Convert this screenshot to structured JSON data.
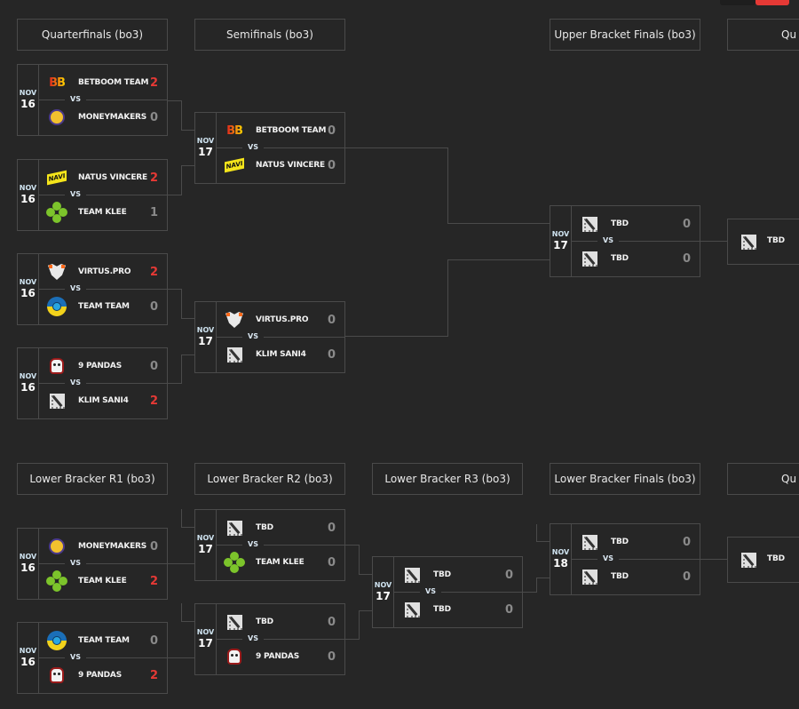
{
  "top_tabs": [
    {
      "color": "#1e1e1e"
    },
    {
      "color": "#e53935"
    }
  ],
  "colors": {
    "background": "#262626",
    "border": "#4a4a4a",
    "win": "#e53935",
    "score": "#8a8a8a"
  },
  "upper": {
    "headers": [
      "Quarterfinals (bo3)",
      "Semifinals (bo3)",
      "Upper Bracket Finals (bo3)",
      "Qu"
    ],
    "quarterfinals": [
      {
        "month": "NOV",
        "day": "16",
        "vs": "VS",
        "teams": [
          {
            "name": "BETBOOM TEAM",
            "score": "2",
            "win": true,
            "logo": "betboom-logo"
          },
          {
            "name": "MONEYMAKERS",
            "score": "0",
            "win": false,
            "logo": "moneymakers-logo"
          }
        ]
      },
      {
        "month": "NOV",
        "day": "16",
        "vs": "VS",
        "teams": [
          {
            "name": "NATUS VINCERE",
            "score": "2",
            "win": true,
            "logo": "navi-logo"
          },
          {
            "name": "TEAM KLEE",
            "score": "1",
            "win": false,
            "logo": "team-klee-logo"
          }
        ]
      },
      {
        "month": "NOV",
        "day": "16",
        "vs": "VS",
        "teams": [
          {
            "name": "VIRTUS.PRO",
            "score": "2",
            "win": true,
            "logo": "virtus-pro-logo"
          },
          {
            "name": "TEAM TEAM",
            "score": "0",
            "win": false,
            "logo": "team-team-logo"
          }
        ]
      },
      {
        "month": "NOV",
        "day": "16",
        "vs": "VS",
        "teams": [
          {
            "name": "9 PANDAS",
            "score": "0",
            "win": false,
            "logo": "9-pandas-logo"
          },
          {
            "name": "KLIM SANI4",
            "score": "2",
            "win": true,
            "logo": "dota-logo"
          }
        ]
      }
    ],
    "semifinals": [
      {
        "month": "NOV",
        "day": "17",
        "vs": "VS",
        "teams": [
          {
            "name": "BETBOOM TEAM",
            "score": "0",
            "win": false,
            "logo": "betboom-logo"
          },
          {
            "name": "NATUS VINCERE",
            "score": "0",
            "win": false,
            "logo": "navi-logo"
          }
        ]
      },
      {
        "month": "NOV",
        "day": "17",
        "vs": "VS",
        "teams": [
          {
            "name": "VIRTUS.PRO",
            "score": "0",
            "win": false,
            "logo": "virtus-pro-logo"
          },
          {
            "name": "KLIM SANI4",
            "score": "0",
            "win": false,
            "logo": "dota-logo"
          }
        ]
      }
    ],
    "finals": [
      {
        "month": "NOV",
        "day": "17",
        "vs": "VS",
        "teams": [
          {
            "name": "TBD",
            "score": "0",
            "win": false,
            "logo": "dota-logo"
          },
          {
            "name": "TBD",
            "score": "0",
            "win": false,
            "logo": "dota-logo"
          }
        ]
      }
    ],
    "next": {
      "name": "TBD",
      "logo": "dota-logo"
    }
  },
  "lower": {
    "headers": [
      "Lower Bracker R1 (bo3)",
      "Lower Bracker R2 (bo3)",
      "Lower Bracker R3 (bo3)",
      "Lower Bracker Finals (bo3)",
      "Qu"
    ],
    "r1": [
      {
        "month": "NOV",
        "day": "16",
        "vs": "VS",
        "teams": [
          {
            "name": "MONEYMAKERS",
            "score": "0",
            "win": false,
            "logo": "moneymakers-logo"
          },
          {
            "name": "TEAM KLEE",
            "score": "2",
            "win": true,
            "logo": "team-klee-logo"
          }
        ]
      },
      {
        "month": "NOV",
        "day": "16",
        "vs": "VS",
        "teams": [
          {
            "name": "TEAM TEAM",
            "score": "0",
            "win": false,
            "logo": "team-team-logo"
          },
          {
            "name": "9 PANDAS",
            "score": "2",
            "win": true,
            "logo": "9-pandas-logo"
          }
        ]
      }
    ],
    "r2": [
      {
        "month": "NOV",
        "day": "17",
        "vs": "VS",
        "teams": [
          {
            "name": "TBD",
            "score": "0",
            "win": false,
            "logo": "dota-logo"
          },
          {
            "name": "TEAM KLEE",
            "score": "0",
            "win": false,
            "logo": "team-klee-logo"
          }
        ]
      },
      {
        "month": "NOV",
        "day": "17",
        "vs": "VS",
        "teams": [
          {
            "name": "TBD",
            "score": "0",
            "win": false,
            "logo": "dota-logo"
          },
          {
            "name": "9 PANDAS",
            "score": "0",
            "win": false,
            "logo": "9-pandas-logo"
          }
        ]
      }
    ],
    "r3": [
      {
        "month": "NOV",
        "day": "17",
        "vs": "VS",
        "teams": [
          {
            "name": "TBD",
            "score": "0",
            "win": false,
            "logo": "dota-logo"
          },
          {
            "name": "TBD",
            "score": "0",
            "win": false,
            "logo": "dota-logo"
          }
        ]
      }
    ],
    "finals": [
      {
        "month": "NOV",
        "day": "18",
        "vs": "VS",
        "teams": [
          {
            "name": "TBD",
            "score": "0",
            "win": false,
            "logo": "dota-logo"
          },
          {
            "name": "TBD",
            "score": "0",
            "win": false,
            "logo": "dota-logo"
          }
        ]
      }
    ],
    "next": {
      "name": "TBD",
      "logo": "dota-logo"
    }
  }
}
